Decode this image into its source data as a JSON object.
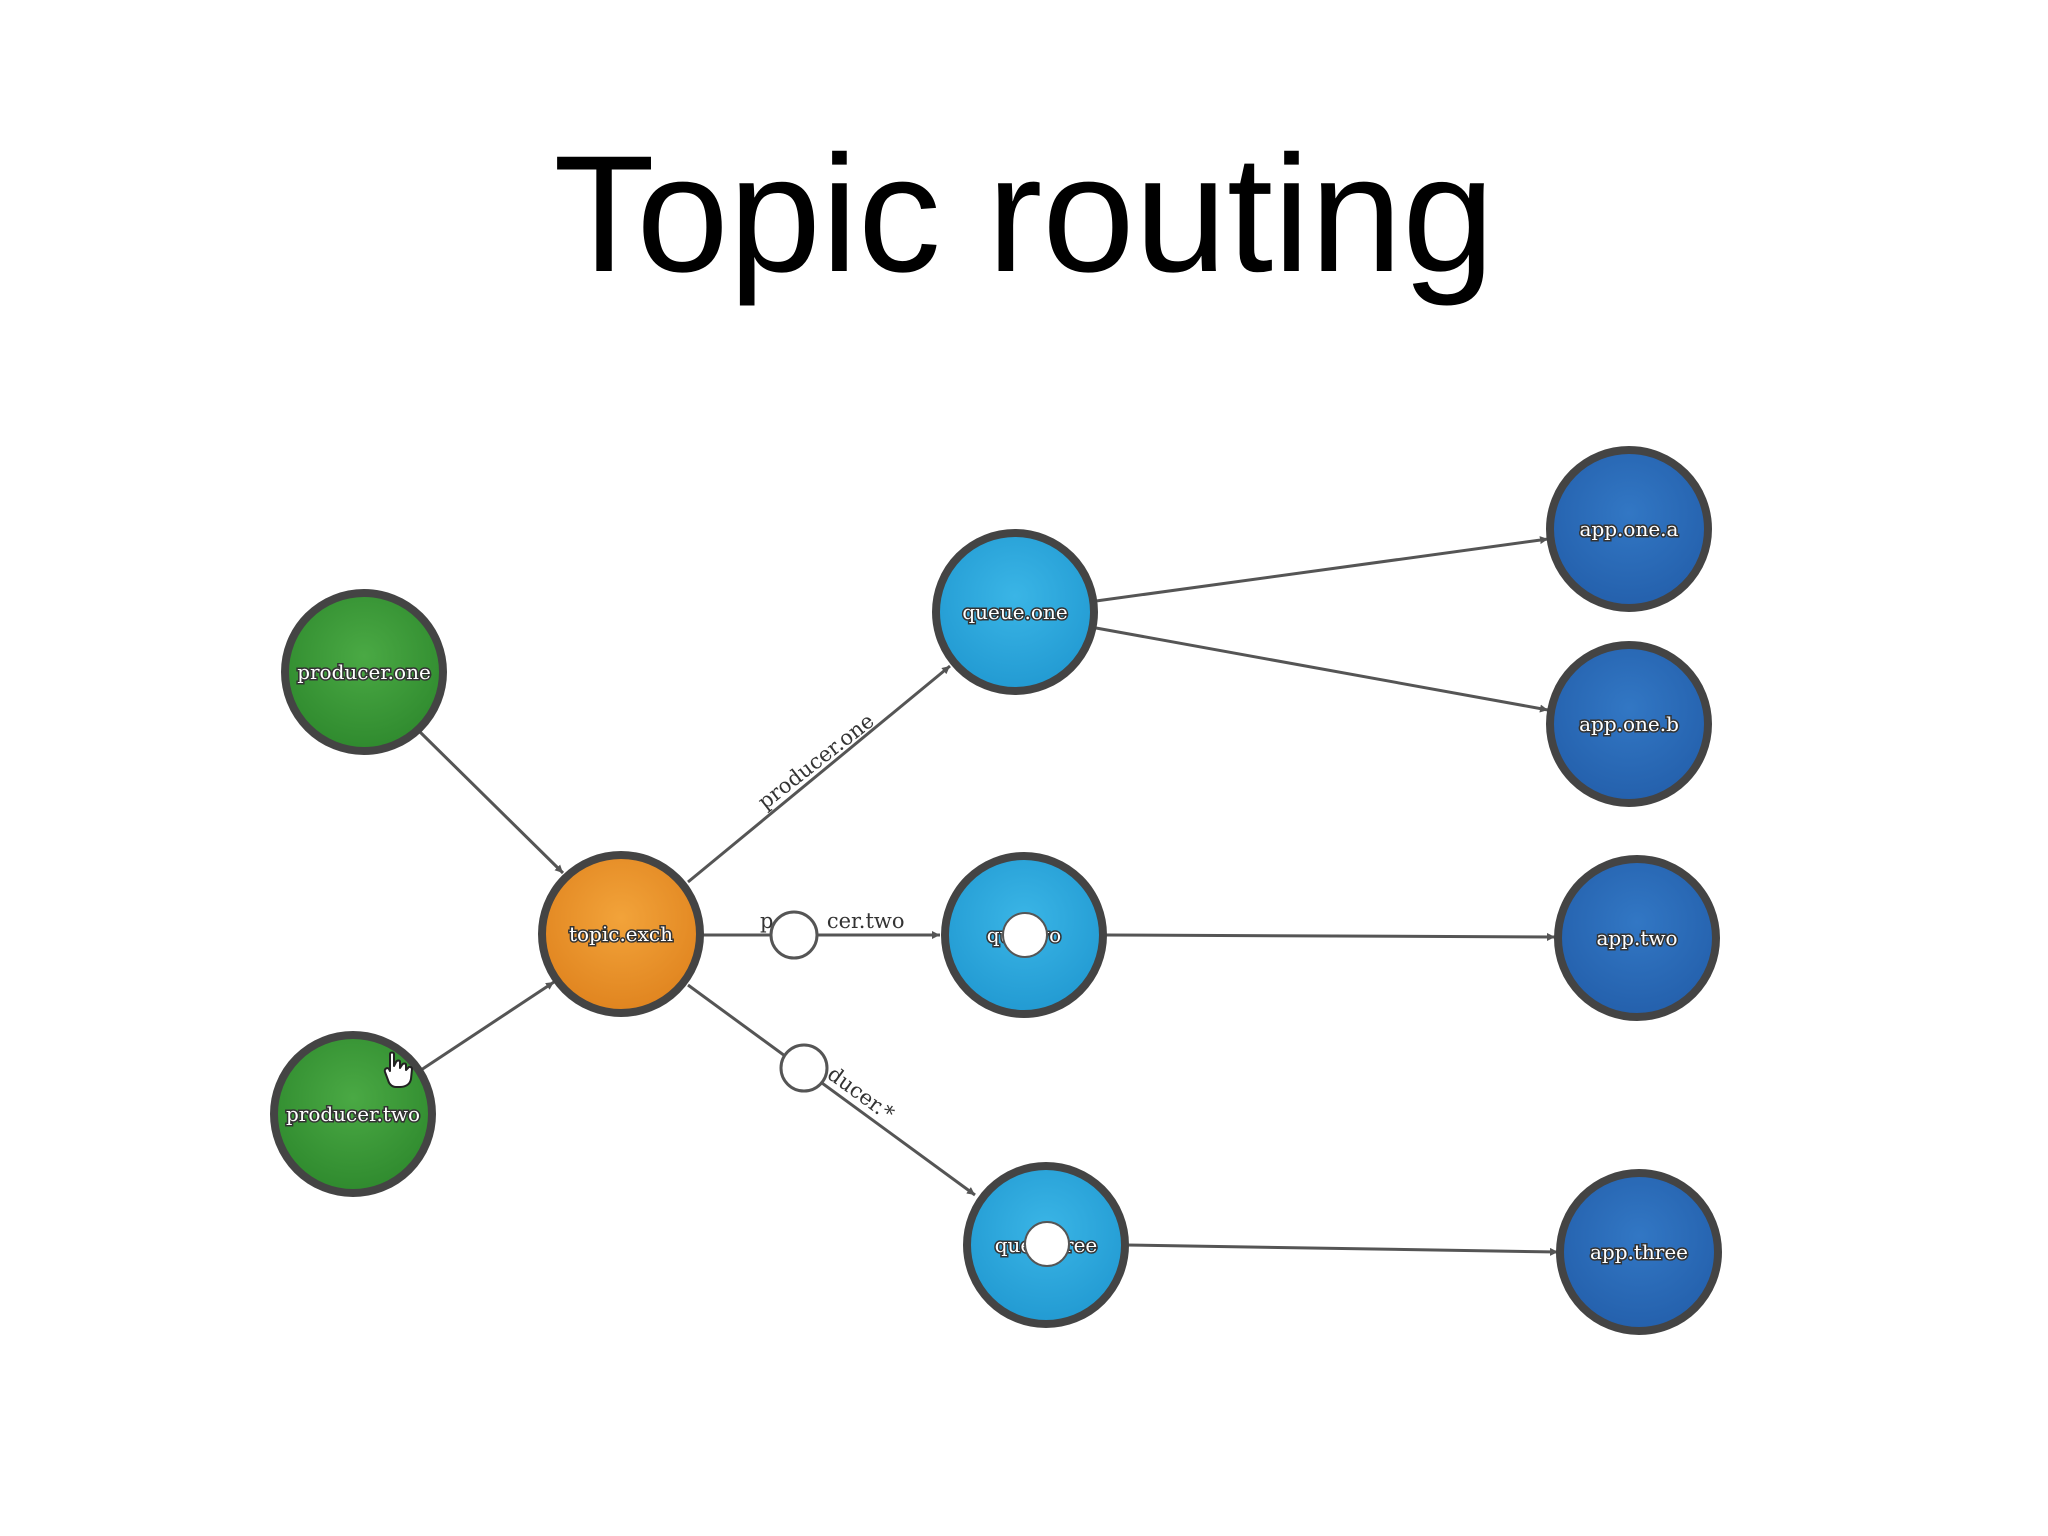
{
  "title": "Topic routing",
  "colors": {
    "producer": "#3f9a3c",
    "exchange": "#e8922a",
    "queue": "#2ea6dc",
    "app": "#2b6cb8",
    "border": "#444444",
    "edge": "#555555"
  },
  "nodes": {
    "producer_one": "producer.one",
    "producer_two": "producer.two",
    "topic_exch": "topic.exch",
    "queue_one": "queue.one",
    "queue_two": "qu    vo",
    "queue_three": "que     ree",
    "app_one_a": "app.one.a",
    "app_one_b": "app.one.b",
    "app_two": "app.two",
    "app_three": "app.three"
  },
  "edge_labels": {
    "to_queue_one": "producer.one",
    "to_queue_two": "p        cer.two",
    "to_queue_three": "ducer.*"
  },
  "icons": {
    "cursor": "hand-pointer-icon"
  }
}
